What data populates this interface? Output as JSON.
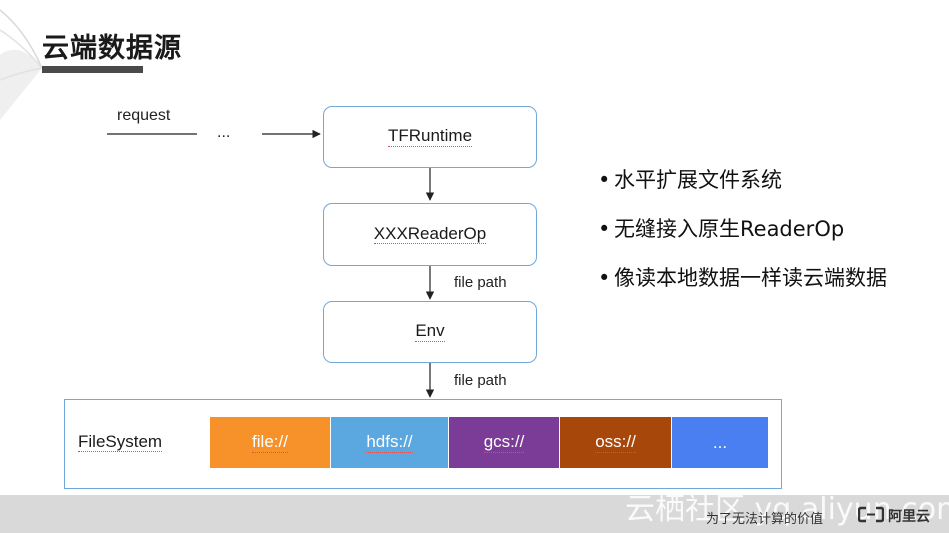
{
  "page": {
    "title": "云端数据源"
  },
  "flow": {
    "request": "request",
    "ellipsis": "...",
    "nodes": [
      "TFRuntime",
      "XXXReaderOp",
      "Env"
    ],
    "edge_labels": [
      "file path",
      "file path"
    ]
  },
  "filesystem": {
    "label": "FileSystem",
    "cells": [
      {
        "label": "file://",
        "color": "#f7922a"
      },
      {
        "label": "hdfs://",
        "color": "#5aa8df"
      },
      {
        "label": "gcs://",
        "color": "#7a3c96"
      },
      {
        "label": "oss://",
        "color": "#a8470a"
      },
      {
        "label": "...",
        "color": "#4a7ff2"
      }
    ]
  },
  "bullets": [
    "水平扩展文件系统",
    "无缝接入原生ReaderOp",
    "像读本地数据一样读云端数据"
  ],
  "footer": {
    "watermark": "云栖社区 yq.aliyun.com",
    "slogan": "为了无法计算的价值",
    "brand": "阿里云"
  }
}
